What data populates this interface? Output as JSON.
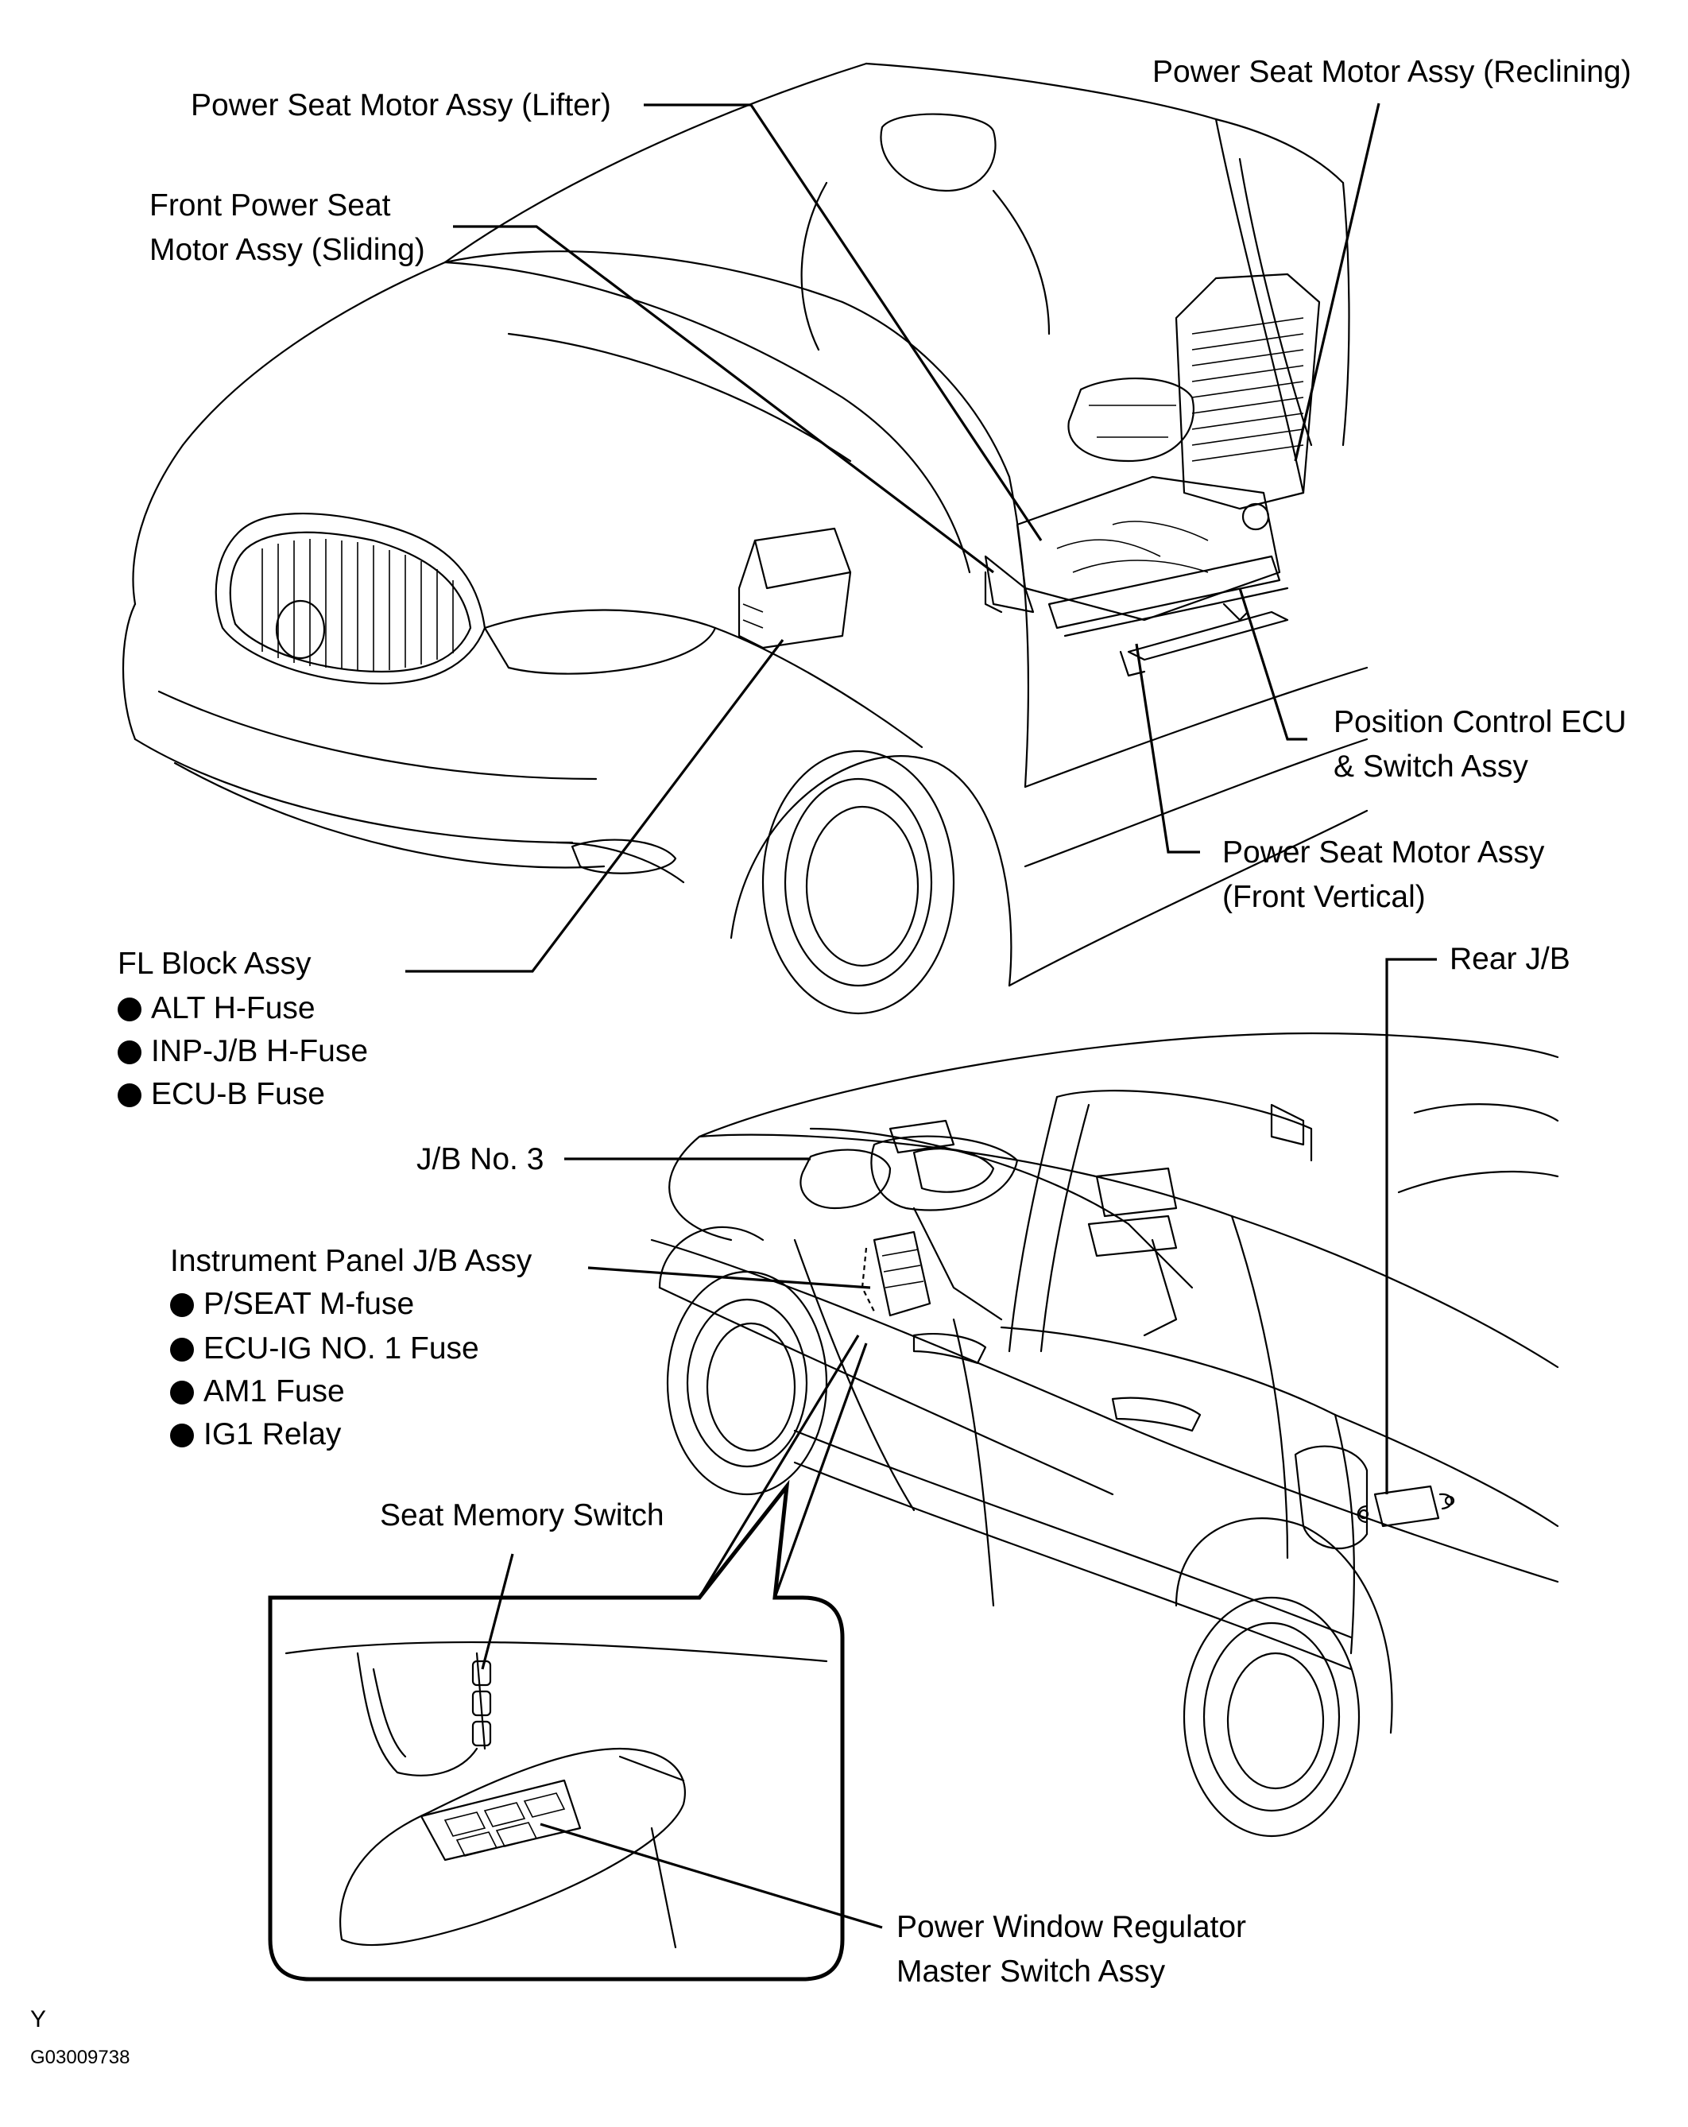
{
  "labels": {
    "lifter": "Power Seat Motor Assy (Lifter)",
    "reclining": "Power Seat Motor Assy (Reclining)",
    "sliding_1": "Front Power Seat",
    "sliding_2": "Motor Assy (Sliding)",
    "ecu_1": "Position Control ECU",
    "ecu_2": "& Switch Assy",
    "vertical_1": "Power Seat Motor Assy",
    "vertical_2": "(Front Vertical)",
    "fl_block": "FL Block Assy",
    "rear_jb": "Rear J/B",
    "jb3": "J/B No. 3",
    "ip_jb": "Instrument Panel J/B Assy",
    "seat_memory": "Seat Memory Switch",
    "pw_1": "Power Window Regulator",
    "pw_2": "Master Switch Assy"
  },
  "fl_block_items": [
    "ALT  H-Fuse",
    "INP-J/B  H-Fuse",
    "ECU-B Fuse"
  ],
  "ip_jb_items": [
    "P/SEAT  M-fuse",
    "ECU-IG NO. 1 Fuse",
    "AM1 Fuse",
    "IG1 Relay"
  ],
  "footer": {
    "code_letter": "Y",
    "figure_id": "G03009738"
  },
  "icons": {
    "bullet": "filled-circle",
    "car_front": "suv-front-view-outline",
    "car_rear": "suv-rear-view-outline",
    "door_switch": "door-switch-inset"
  },
  "colors": {
    "ink": "#000000",
    "background": "#ffffff"
  }
}
